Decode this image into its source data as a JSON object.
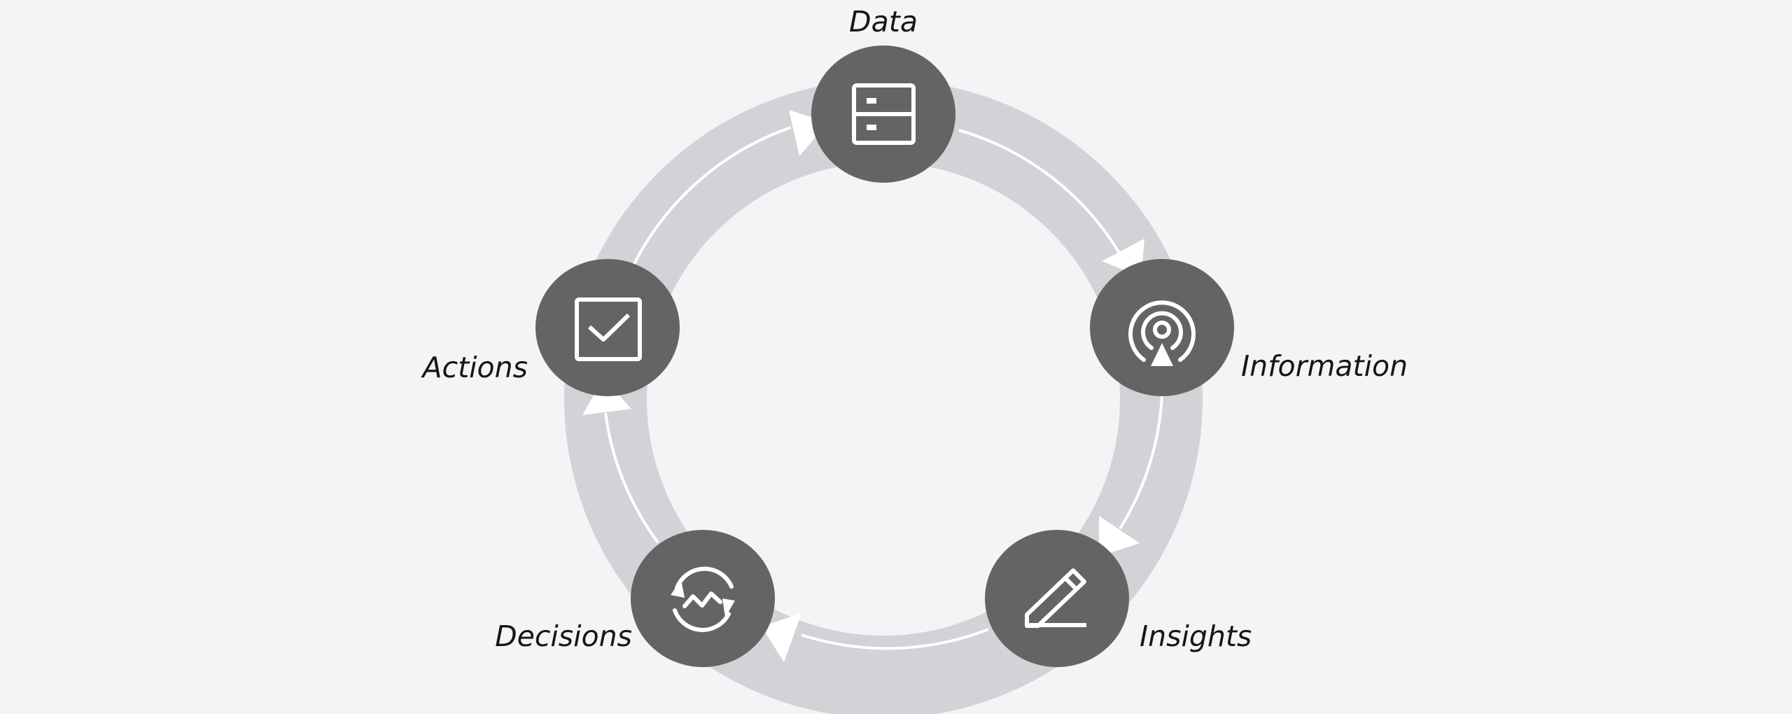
{
  "diagram": {
    "type": "cycle",
    "colors": {
      "background": "#f4f4f7",
      "ring": "#d3d3d7",
      "node": "#646464",
      "icon": "#ffffff",
      "arrow": "#ffffff",
      "label": "#161616"
    },
    "nodes": [
      {
        "id": "data",
        "label": "Data",
        "icon": "server-icon"
      },
      {
        "id": "information",
        "label": "Information",
        "icon": "broadcast-icon"
      },
      {
        "id": "insights",
        "label": "Insights",
        "icon": "pencil-icon"
      },
      {
        "id": "decisions",
        "label": "Decisions",
        "icon": "refresh-trend-icon"
      },
      {
        "id": "actions",
        "label": "Actions",
        "icon": "checkbox-icon"
      }
    ],
    "edges": [
      {
        "from": "data",
        "to": "information"
      },
      {
        "from": "information",
        "to": "insights"
      },
      {
        "from": "insights",
        "to": "decisions"
      },
      {
        "from": "decisions",
        "to": "actions"
      },
      {
        "from": "actions",
        "to": "data"
      }
    ]
  }
}
